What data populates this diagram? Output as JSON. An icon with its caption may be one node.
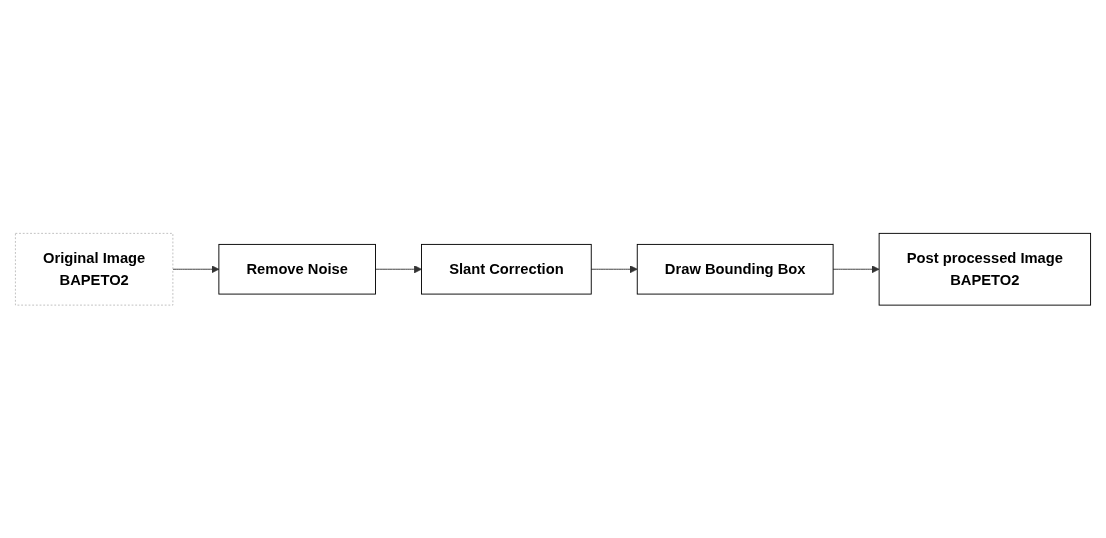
{
  "diagram": {
    "nodes": [
      {
        "text": [
          "Original Image",
          "BAPETO2"
        ]
      },
      {
        "text": [
          "Remove Noise"
        ]
      },
      {
        "text": [
          "Slant Correction"
        ]
      },
      {
        "text": [
          "Draw Bounding Box"
        ]
      },
      {
        "text": [
          "Post processed Image",
          "BAPETO2"
        ]
      }
    ],
    "edges": [
      {
        "from": 0,
        "to": 1,
        "arrow": "to"
      },
      {
        "from": 1,
        "to": 2,
        "arrow": "to"
      },
      {
        "from": 2,
        "to": 3,
        "arrow": "to"
      },
      {
        "from": 3,
        "to": 4,
        "arrow": "to"
      }
    ]
  }
}
